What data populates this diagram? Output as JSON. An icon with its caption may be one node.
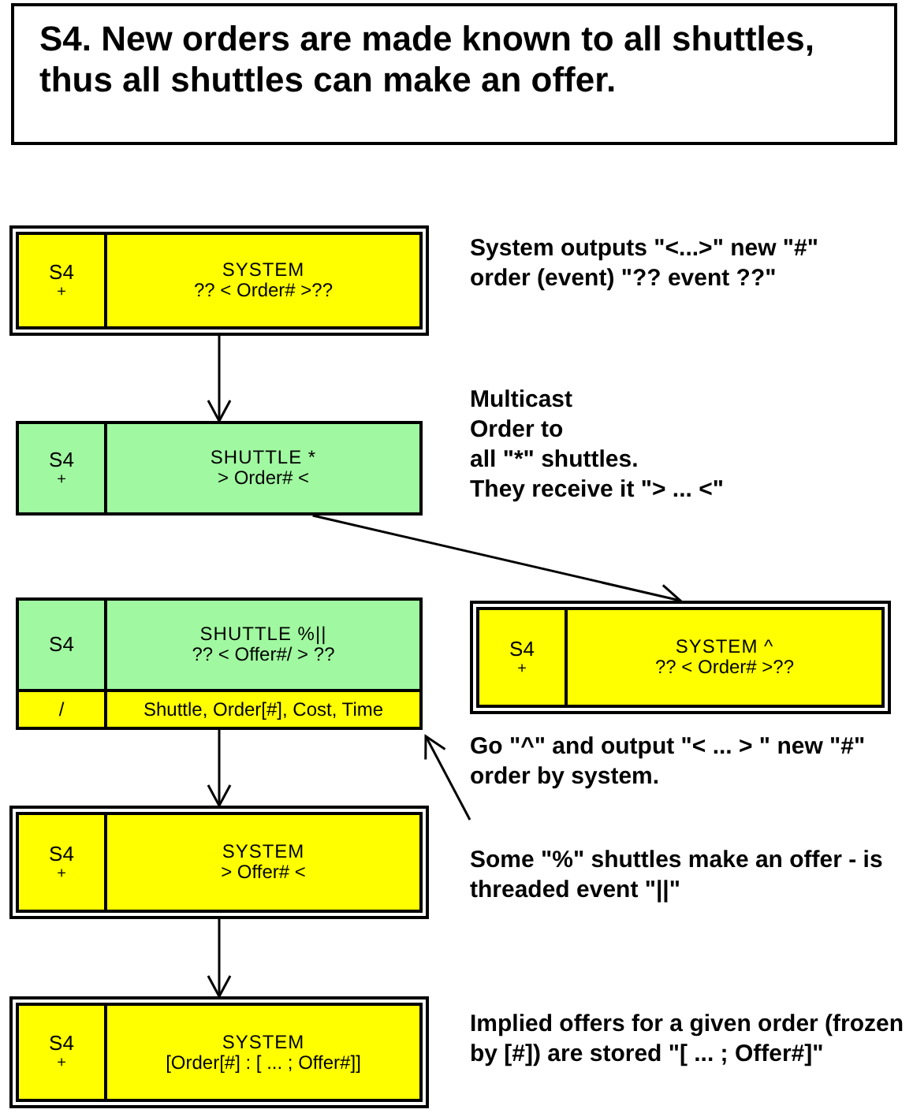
{
  "diagram": {
    "title": "S4. New orders are made known to all shuttles, thus all shuttles can make an offer.",
    "nodes": [
      {
        "text": [
          "S4",
          "+",
          "SYSTEM",
          "?? < Order# >??"
        ]
      },
      {
        "text": [
          "S4",
          "+",
          "SHUTTLE *",
          "> Order# <"
        ]
      },
      {
        "text": [
          "S4",
          "SHUTTLE %||",
          "?? < Offer#/ > ??",
          "/",
          "Shuttle, Order[#], Cost, Time"
        ]
      },
      {
        "text": [
          "S4",
          "+",
          "SYSTEM ^",
          "?? < Order# >??"
        ]
      },
      {
        "text": [
          "Go \"^\" and output \"< ... > \" new \"#\" order by system."
        ]
      },
      {
        "text": [
          "S4",
          "+",
          "SYSTEM",
          "> Offer# <"
        ]
      },
      {
        "text": [
          "S4",
          "+",
          "SYSTEM",
          "[Order[#] : [ ... ; Offer#]]"
        ]
      }
    ],
    "edges": [
      {
        "from": 0,
        "to": 1,
        "arrow": "to"
      },
      {
        "from": 1,
        "to": 3,
        "arrow": "to"
      },
      {
        "from": 4,
        "to": 2,
        "arrow": "to"
      },
      {
        "from": 2,
        "to": 5,
        "arrow": "to"
      },
      {
        "from": 5,
        "to": 6,
        "arrow": "to"
      }
    ],
    "labels": [
      "System outputs \"<...>\" new \"#\" order (event) \"?? event ??\"",
      "Multicast",
      "Order to",
      "all \"*\" shuttles.",
      "They receive  it \"> ... <\"",
      "Some \"%\" shuttles make an offer - is threaded event \"||\"",
      "Implied offers for a given order (frozen by [#]) are stored \"[ ... ; Offer#]\""
    ]
  }
}
